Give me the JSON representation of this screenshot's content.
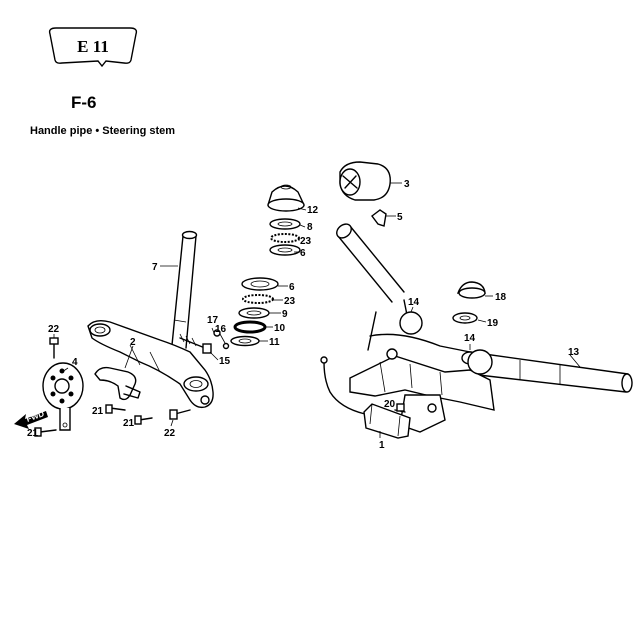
{
  "header": {
    "badge_label": "E 11",
    "section_code": "F-6",
    "section_title": "Handle pipe • Steering stem"
  },
  "direction_marker": {
    "label": "FWD"
  },
  "parts": [
    {
      "id": "p1",
      "num": "1"
    },
    {
      "id": "p2",
      "num": "2"
    },
    {
      "id": "p3",
      "num": "3"
    },
    {
      "id": "p4",
      "num": "4"
    },
    {
      "id": "p5",
      "num": "5"
    },
    {
      "id": "p6a",
      "num": "6"
    },
    {
      "id": "p6b",
      "num": "6"
    },
    {
      "id": "p7",
      "num": "7"
    },
    {
      "id": "p8",
      "num": "8"
    },
    {
      "id": "p9",
      "num": "9"
    },
    {
      "id": "p10",
      "num": "10"
    },
    {
      "id": "p11",
      "num": "11"
    },
    {
      "id": "p12",
      "num": "12"
    },
    {
      "id": "p13",
      "num": "13"
    },
    {
      "id": "p14a",
      "num": "14"
    },
    {
      "id": "p14b",
      "num": "14"
    },
    {
      "id": "p15",
      "num": "15"
    },
    {
      "id": "p16",
      "num": "16"
    },
    {
      "id": "p17",
      "num": "17"
    },
    {
      "id": "p18",
      "num": "18"
    },
    {
      "id": "p19",
      "num": "19"
    },
    {
      "id": "p20",
      "num": "20"
    },
    {
      "id": "p21a",
      "num": "21"
    },
    {
      "id": "p21b",
      "num": "21"
    },
    {
      "id": "p21c",
      "num": "21"
    },
    {
      "id": "p22a",
      "num": "22"
    },
    {
      "id": "p22b",
      "num": "22"
    },
    {
      "id": "p23a",
      "num": "23"
    },
    {
      "id": "p23b",
      "num": "23"
    }
  ]
}
